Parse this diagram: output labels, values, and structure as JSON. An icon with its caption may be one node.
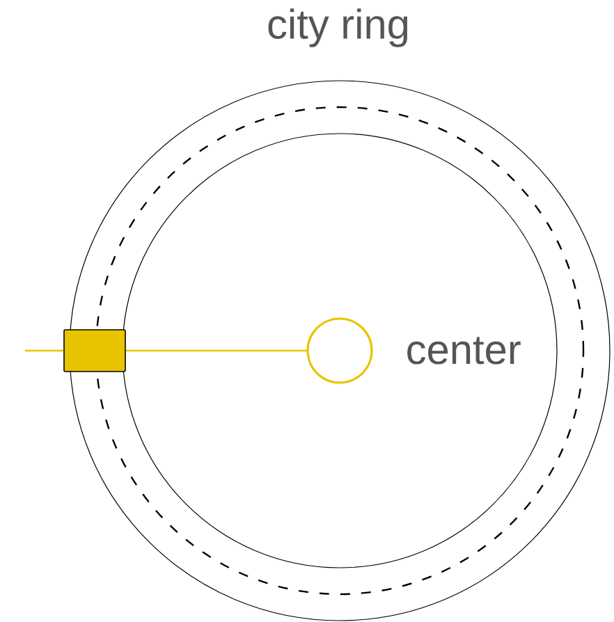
{
  "diagram": {
    "title": "city ring",
    "nodes": [
      {
        "text": [],
        "shape": "box"
      },
      {
        "text": [],
        "shape": "circle",
        "beside": [
          "center"
        ]
      }
    ],
    "edges": [
      {
        "from": null,
        "to": 0,
        "arrow": "none"
      },
      {
        "from": 0,
        "to": 1,
        "arrow": "none"
      }
    ]
  }
}
